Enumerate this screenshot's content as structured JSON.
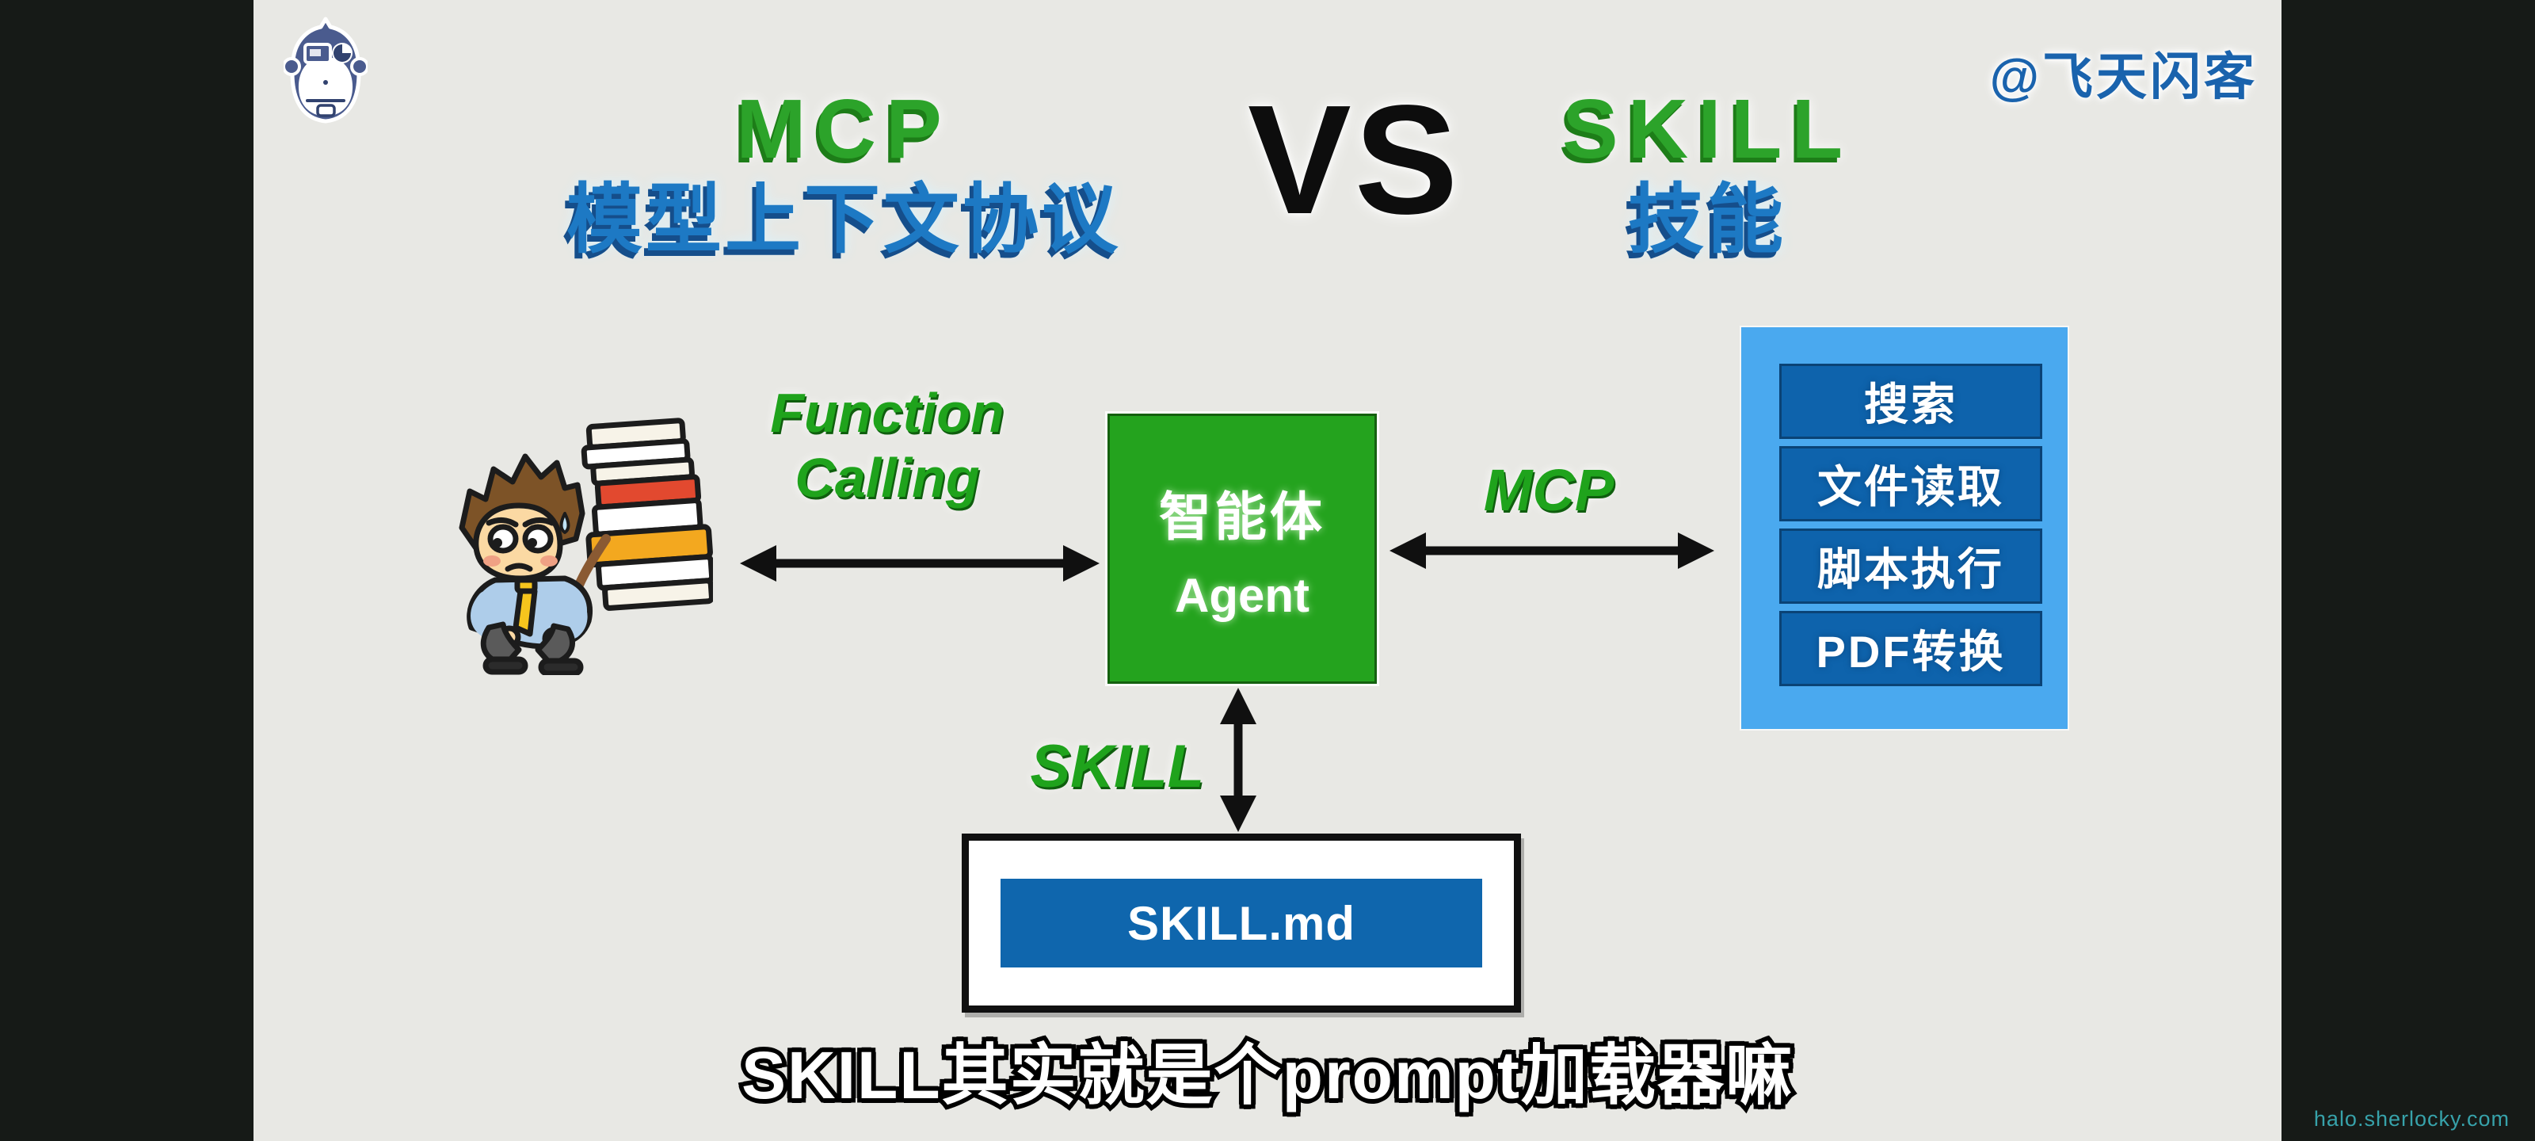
{
  "watermark": "@飞天闪客",
  "title": {
    "left_en": "MCP",
    "left_zh": "模型上下文协议",
    "vs": "VS",
    "right_en": "SKILL",
    "right_zh": "技能"
  },
  "diagram": {
    "left_link_label": "Function Calling",
    "right_link_label": "MCP",
    "bottom_link_label": "SKILL",
    "agent_box": {
      "zh": "智能体",
      "en": "Agent"
    },
    "tools_panel": {
      "items": [
        "搜索",
        "文件读取",
        "脚本执行",
        "PDF转换"
      ]
    },
    "skill_file_label": "SKILL.md",
    "illustrations": {
      "logo": "monkey-robot-logo",
      "left_figure": "overloaded-worker-carrying-books"
    }
  },
  "subtitle": "SKILL其实就是个prompt加载器嘛",
  "footer_link": "halo.sherlocky.com",
  "colors": {
    "background": "#e8e8e4",
    "letterbox": "#161a17",
    "green_text": "#2ca32a",
    "blue_text": "#1d79c4",
    "agent_green": "#24a31e",
    "panel_light_blue": "#4aa9ef",
    "panel_dark_blue": "#0e63ac",
    "skillmd_blue": "#0f66ad",
    "watermark_blue": "#1a63ad",
    "footer_teal": "#37a2aa",
    "arrow_black": "#101010"
  }
}
